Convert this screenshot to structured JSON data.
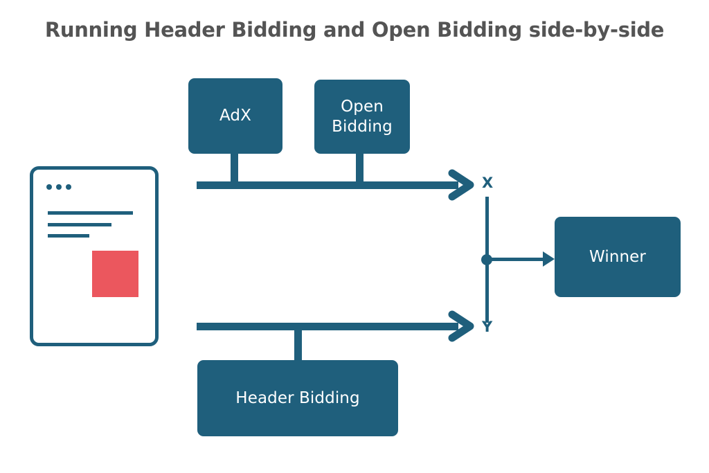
{
  "title": "Running Header Bidding and Open Bidding side-by-side",
  "colors": {
    "teal": "#1f5f7c",
    "ad_slot_red": "#eb575e",
    "title_gray": "#545454",
    "background": "#ffffff",
    "box_text": "#ffffff"
  },
  "nodes": {
    "adx": {
      "label": "AdX"
    },
    "open_bidding": {
      "label": "Open\nBidding"
    },
    "header_bidding": {
      "label": "Header Bidding"
    },
    "winner": {
      "label": "Winner"
    }
  },
  "axis": {
    "top_label": "X",
    "bottom_label": "Y"
  },
  "page_mockup": {
    "name": "publisher-web-page",
    "window_dots": [
      "dot",
      "dot",
      "dot"
    ],
    "content_lines": 3,
    "ad_slot_label": ""
  },
  "icons": {
    "chevron_arrow_x": "chevron-right-arrow-icon",
    "chevron_arrow_y": "chevron-right-arrow-icon",
    "winner_arrow": "triangle-right-arrow-icon",
    "junction_node": "junction-dot-icon"
  }
}
